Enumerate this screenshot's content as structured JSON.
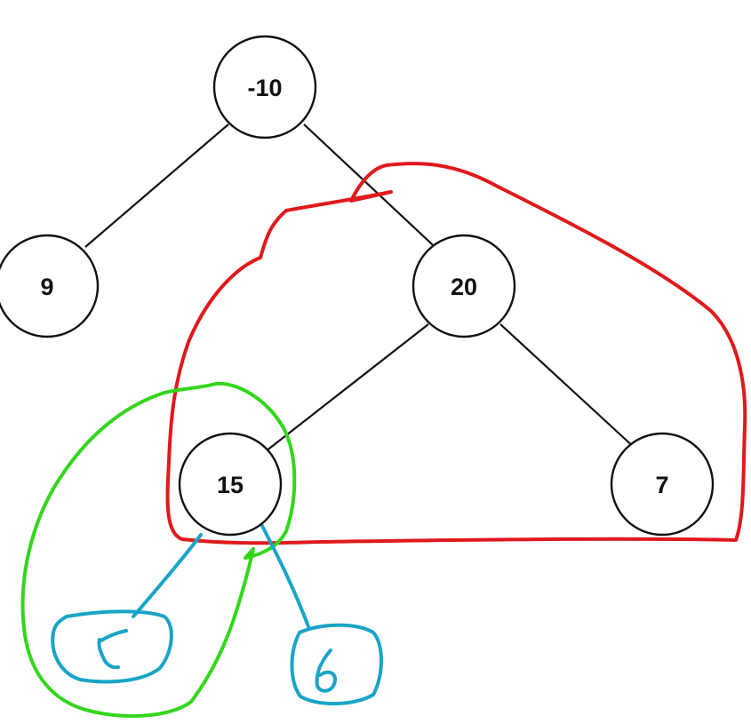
{
  "tree": {
    "nodes": [
      {
        "id": "n-10",
        "label": "-10"
      },
      {
        "id": "n9",
        "label": "9"
      },
      {
        "id": "n20",
        "label": "20"
      },
      {
        "id": "n15",
        "label": "15"
      },
      {
        "id": "n7",
        "label": "7"
      }
    ],
    "edges": [
      {
        "from": "-10",
        "to": "9"
      },
      {
        "from": "-10",
        "to": "20"
      },
      {
        "from": "20",
        "to": "15"
      },
      {
        "from": "20",
        "to": "7"
      }
    ]
  },
  "annotations": {
    "colors": {
      "red": "#e0191c",
      "green": "#33d61c",
      "blue": "#19a4c7"
    },
    "handwritten_children_of_15": {
      "left": "5",
      "right": "6"
    }
  }
}
